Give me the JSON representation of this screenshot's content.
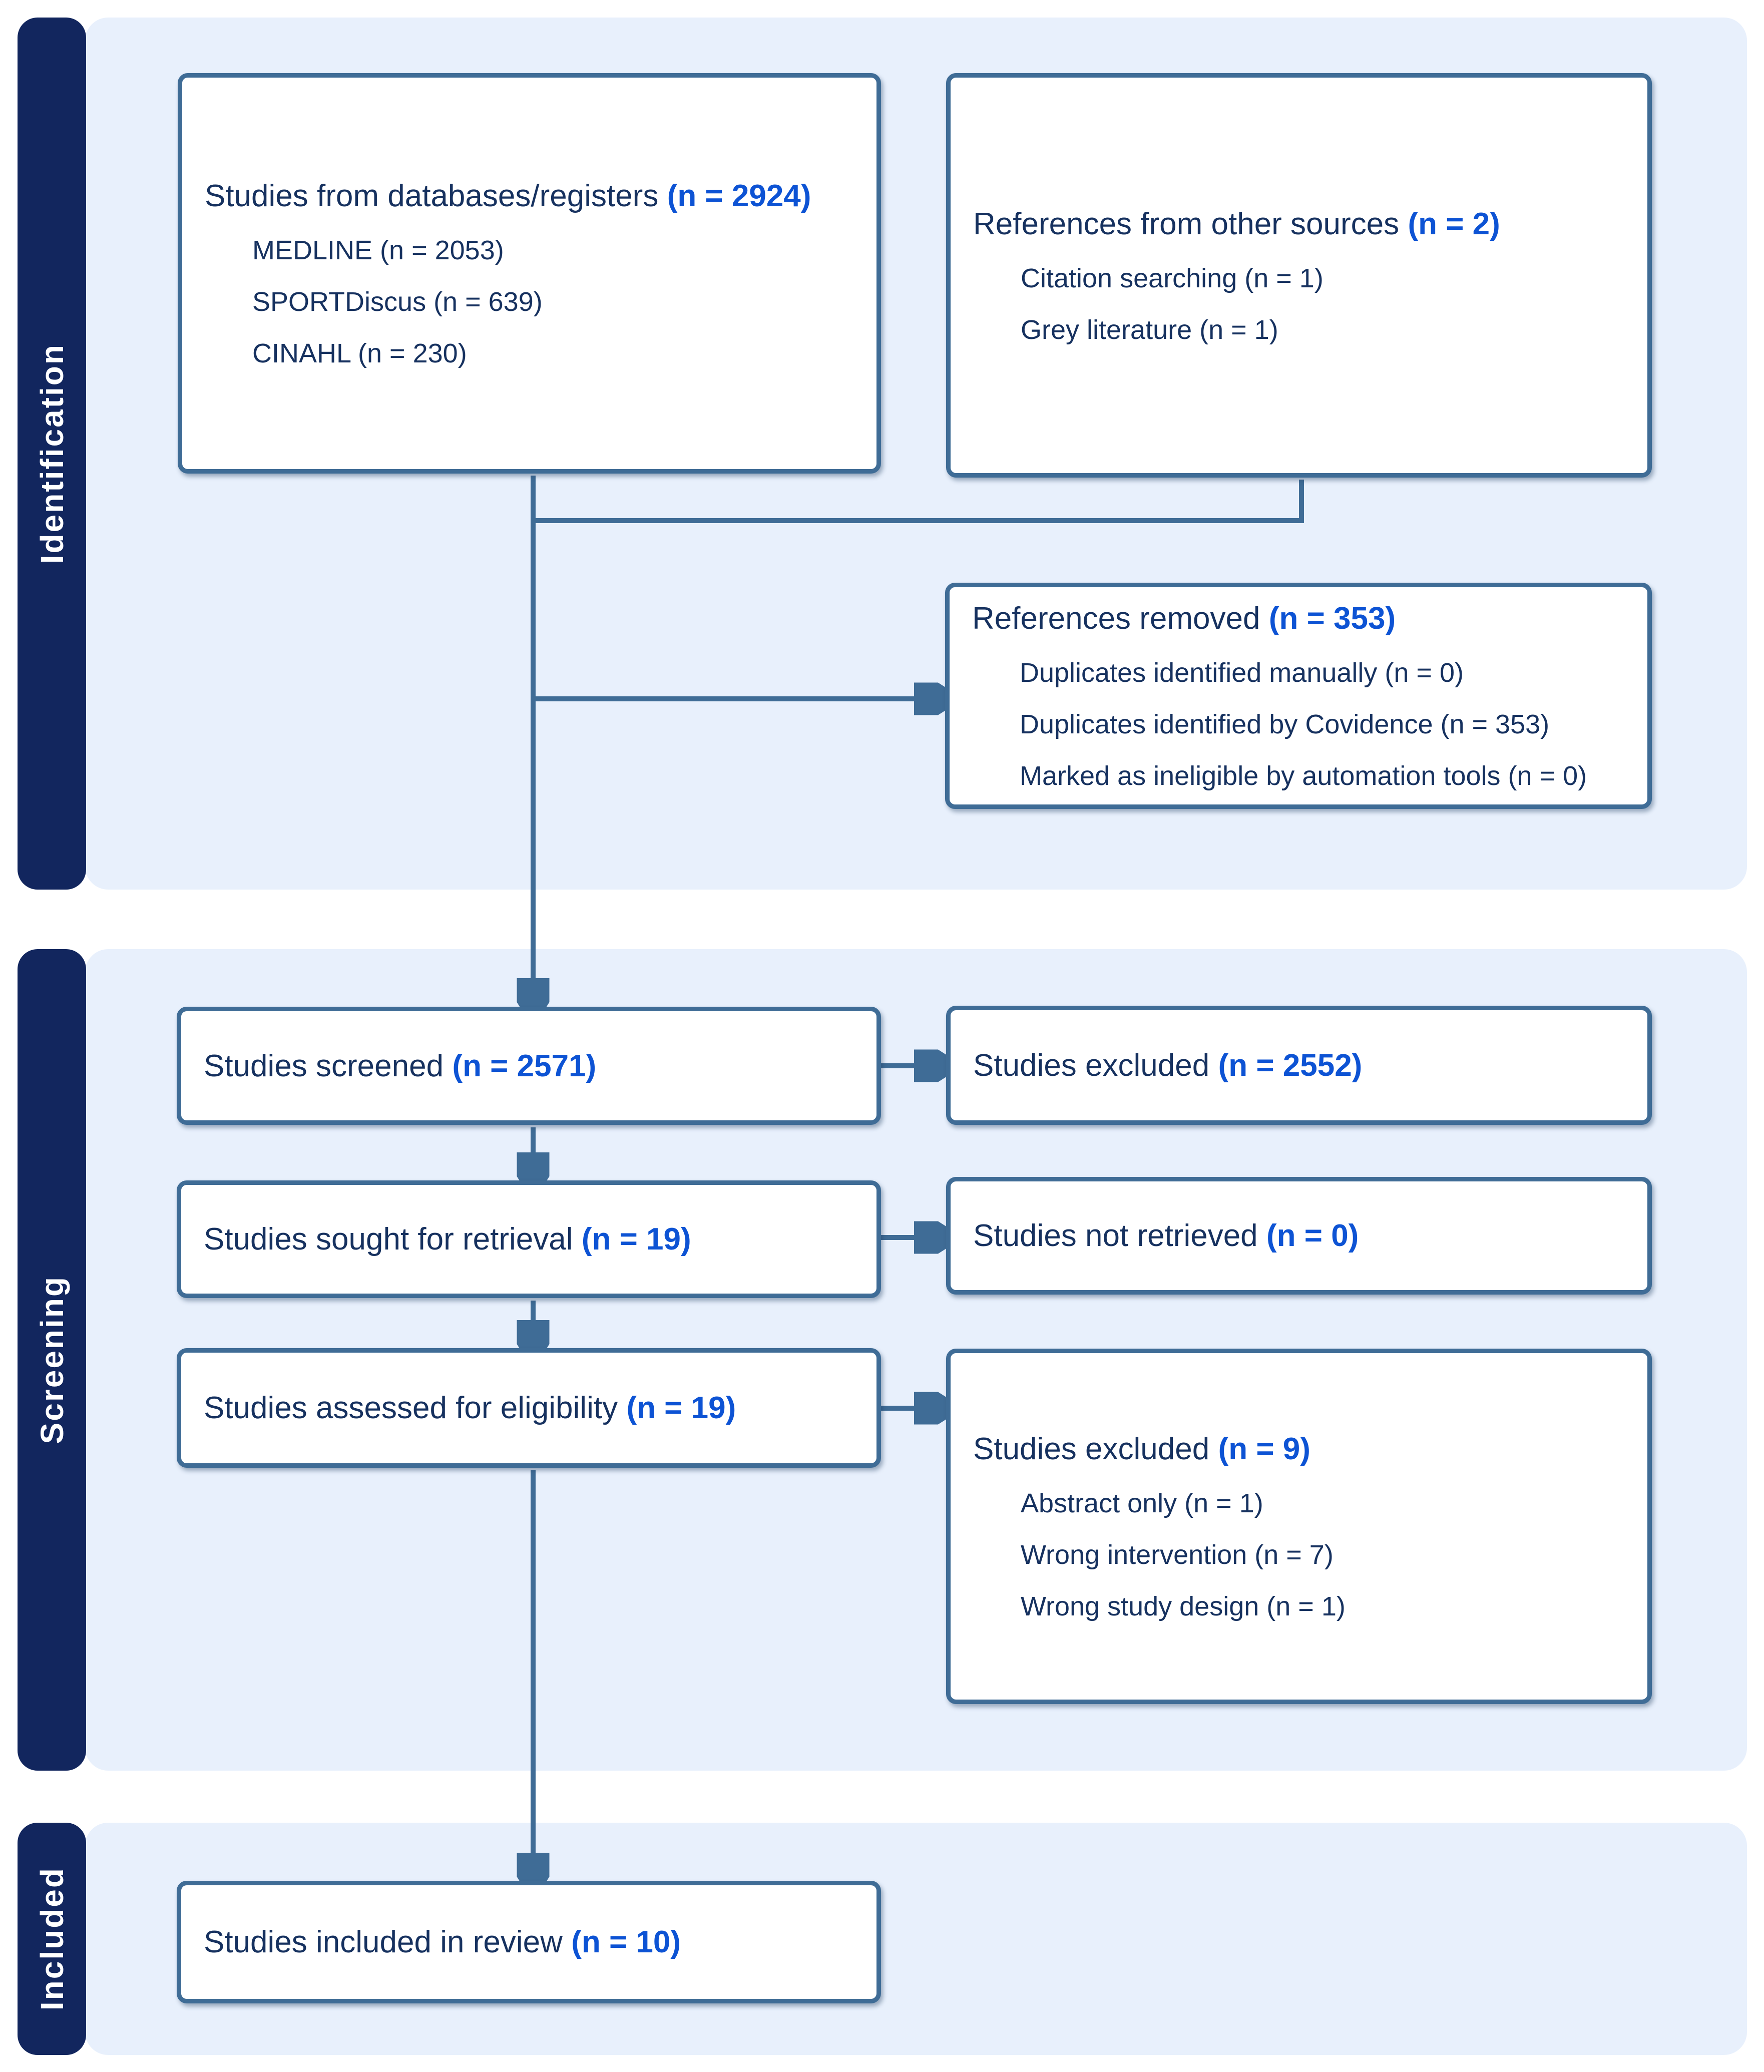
{
  "colors": {
    "navy": "#12265e",
    "panel": "#e8f0fc",
    "line": "#3f6c96",
    "text": "#16315f",
    "count": "#0d53d4",
    "boxbg": "#ffffff",
    "label": "#ffffff"
  },
  "sidebar": {
    "identification": "Identification",
    "screening": "Screening",
    "included": "Included"
  },
  "boxes": {
    "databases": {
      "title": "Studies from databases/registers",
      "count": "(n = 2924)",
      "items": [
        "MEDLINE (n = 2053)",
        "SPORTDiscus (n = 639)",
        "CINAHL (n = 230)"
      ]
    },
    "other_sources": {
      "title": "References from other sources",
      "count": "(n = 2)",
      "items": [
        "Citation searching (n = 1)",
        "Grey literature (n = 1)"
      ]
    },
    "references_removed": {
      "title": "References removed",
      "count": "(n = 353)",
      "items": [
        "Duplicates identified manually (n = 0)",
        "Duplicates identified by Covidence (n = 353)",
        "Marked as ineligible by automation tools (n = 0)"
      ]
    },
    "screened": {
      "title": "Studies screened",
      "count": "(n = 2571)"
    },
    "excluded_screening": {
      "title": "Studies excluded",
      "count": "(n = 2552)"
    },
    "sought": {
      "title": "Studies sought for retrieval",
      "count": "(n = 19)"
    },
    "not_retrieved": {
      "title": "Studies not retrieved",
      "count": "(n = 0)"
    },
    "assessed": {
      "title": "Studies assessed for eligibility",
      "count": "(n = 19)"
    },
    "excluded_eligibility": {
      "title": "Studies excluded",
      "count": "(n = 9)",
      "items": [
        "Abstract only (n = 1)",
        "Wrong intervention (n = 7)",
        "Wrong study design (n = 1)"
      ]
    },
    "included_review": {
      "title": "Studies included in review",
      "count": "(n = 10)"
    }
  }
}
